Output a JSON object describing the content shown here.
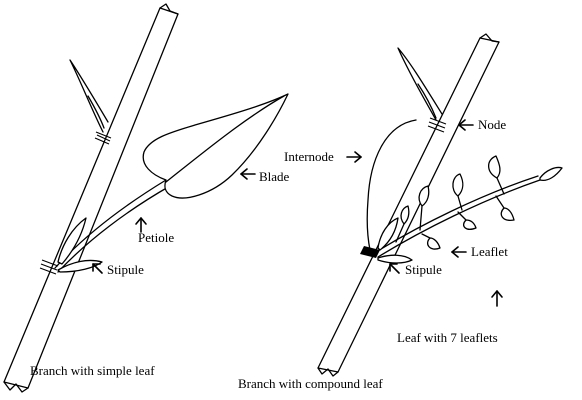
{
  "labels": {
    "internode": "Internode",
    "node": "Node",
    "blade": "Blade",
    "petiole": "Petiole",
    "stipule_left": "Stipule",
    "stipule_right": "Stipule",
    "leaflet": "Leaflet",
    "leaf_with_leaflets": "Leaf with 7 leaflets",
    "caption_simple": "Branch with simple leaf",
    "caption_compound": "Branch with compound leaf"
  }
}
